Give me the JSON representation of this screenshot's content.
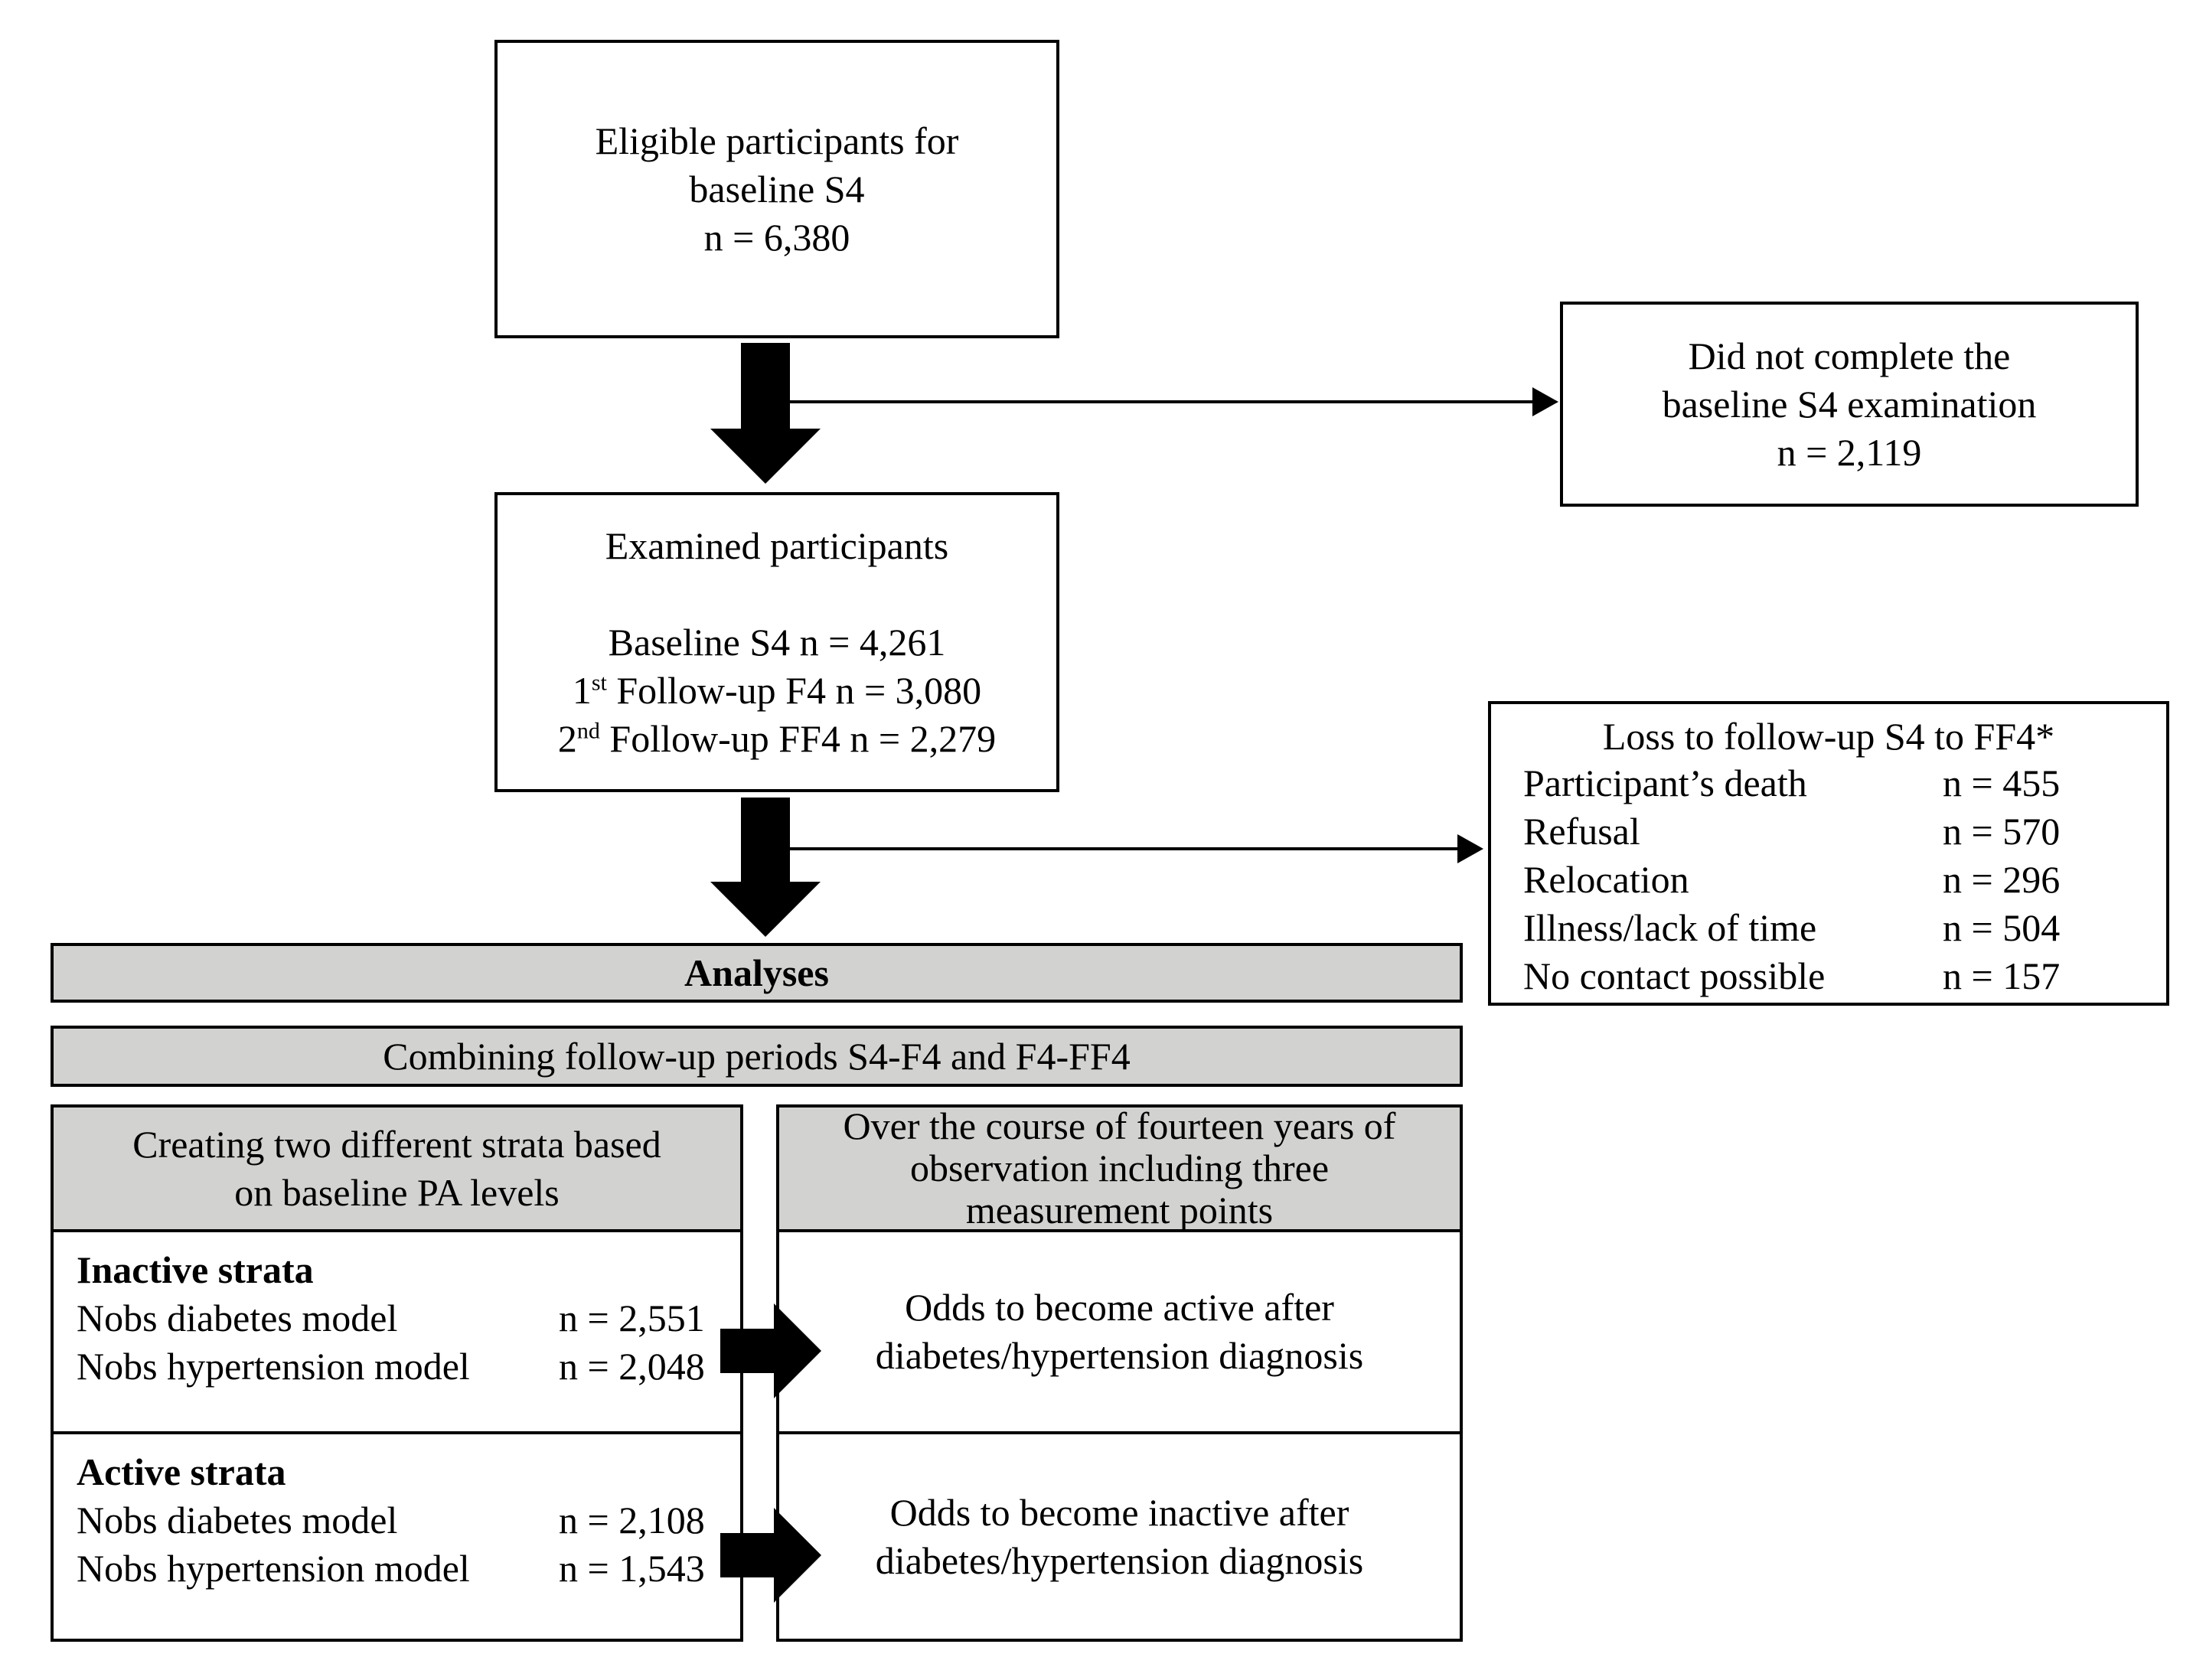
{
  "palette": {
    "gray_fill": "#d2d2d0",
    "border": "#000000",
    "background": "#ffffff"
  },
  "boxes": {
    "eligible": {
      "lines": [
        "Eligible participants for",
        "baseline S4",
        "n = 6,380"
      ]
    },
    "did_not_complete": {
      "lines": [
        "Did not complete the",
        "baseline S4 examination",
        "n = 2,119"
      ]
    },
    "examined": {
      "title": "Examined participants",
      "baseline": "Baseline S4 n = 4,261",
      "f4": {
        "num": "1",
        "sup": "st",
        "rest": " Follow-up F4 n = 3,080"
      },
      "ff4": {
        "num": "2",
        "sup": "nd",
        "rest": " Follow-up FF4 n = 2,279"
      }
    },
    "loss": {
      "title": "Loss to follow-up S4 to FF4*",
      "rows": [
        {
          "label": "Participant’s death",
          "value": "n = 455"
        },
        {
          "label": "Refusal",
          "value": "n = 570"
        },
        {
          "label": "Relocation",
          "value": "n = 296"
        },
        {
          "label": "Illness/lack of time",
          "value": "n = 504"
        },
        {
          "label": "No contact possible",
          "value": "n = 157"
        }
      ]
    }
  },
  "bars": {
    "analyses": "Analyses",
    "combining": "Combining follow-up periods S4-F4 and F4-FF4"
  },
  "left_column": {
    "header": {
      "lines": [
        "Creating two different strata based",
        "on baseline PA levels"
      ]
    },
    "inactive": {
      "title": "Inactive strata",
      "rows": [
        {
          "label": "Nobs diabetes model",
          "value": "n = 2,551"
        },
        {
          "label": "Nobs hypertension model",
          "value": "n = 2,048"
        }
      ]
    },
    "active": {
      "title": "Active strata",
      "rows": [
        {
          "label": "Nobs diabetes model",
          "value": "n = 2,108"
        },
        {
          "label": "Nobs hypertension model",
          "value": "n = 1,543"
        }
      ]
    }
  },
  "right_column": {
    "header": {
      "lines": [
        "Over the course of fourteen years of",
        "observation including three",
        "measurement points"
      ]
    },
    "odds_active": {
      "lines": [
        "Odds to become active after",
        "diabetes/hypertension diagnosis"
      ]
    },
    "odds_inactive": {
      "lines": [
        "Odds to become inactive after",
        "diabetes/hypertension diagnosis"
      ]
    }
  }
}
